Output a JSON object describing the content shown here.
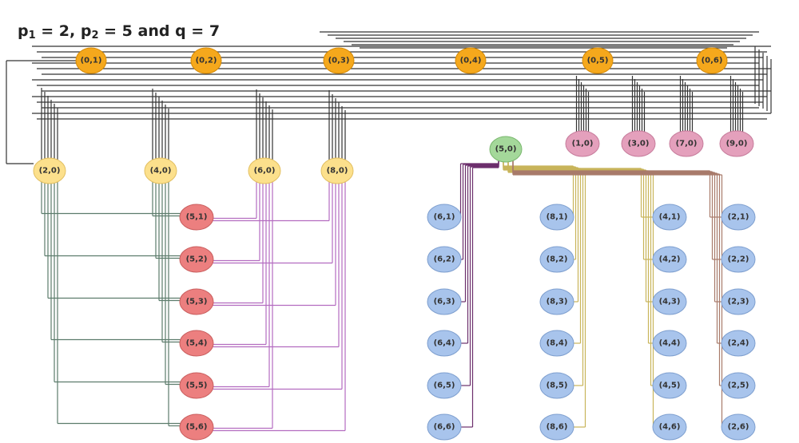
{
  "title": {
    "p1_label": "p",
    "p1_sub": "1",
    "p1_eq": " = 2,  ",
    "p2_label": "p",
    "p2_sub": "2",
    "p2_eq": " = 5 and q = 7"
  },
  "colors": {
    "top": "#f5a81c",
    "top_stroke": "#d48a08",
    "yellow": "#fce08c",
    "yellow_stroke": "#e3c062",
    "pink": "#e4a0bc",
    "pink_stroke": "#c77c9c",
    "red": "#ec7f7f",
    "red_stroke": "#c95e5e",
    "green": "#a4d89a",
    "green_stroke": "#7ab86f",
    "blue": "#a8c4ec",
    "blue_stroke": "#7e9fcf",
    "edge_dark": "#333333",
    "edge_green": "#5c7c6c",
    "edge_magenta": "#b36cc0",
    "edge_purple": "#6c2f6c",
    "edge_olive": "#c8b45a",
    "edge_brown": "#a87a6a",
    "edge_teal": "#6ca0a0"
  },
  "groups": {
    "top": [
      "(0,1)",
      "(0,2)",
      "(0,3)",
      "(0,4)",
      "(0,5)",
      "(0,6)"
    ],
    "yellow": [
      "(2,0)",
      "(4,0)",
      "(6,0)",
      "(8,0)"
    ],
    "pink": [
      "(1,0)",
      "(3,0)",
      "(7,0)",
      "(9,0)"
    ],
    "center": [
      "(5,0)"
    ],
    "red": [
      "(5,1)",
      "(5,2)",
      "(5,3)",
      "(5,4)",
      "(5,5)",
      "(5,6)"
    ],
    "blue_col1": [
      "(6,1)",
      "(6,2)",
      "(6,3)",
      "(6,4)",
      "(6,5)",
      "(6,6)"
    ],
    "blue_col2": [
      "(8,1)",
      "(8,2)",
      "(8,3)",
      "(8,4)",
      "(8,5)",
      "(8,6)"
    ],
    "blue_col3": [
      "(4,1)",
      "(4,2)",
      "(4,3)",
      "(4,4)",
      "(4,5)",
      "(4,6)"
    ],
    "blue_col4": [
      "(2,1)",
      "(2,2)",
      "(2,3)",
      "(2,4)",
      "(2,5)",
      "(2,6)"
    ]
  }
}
